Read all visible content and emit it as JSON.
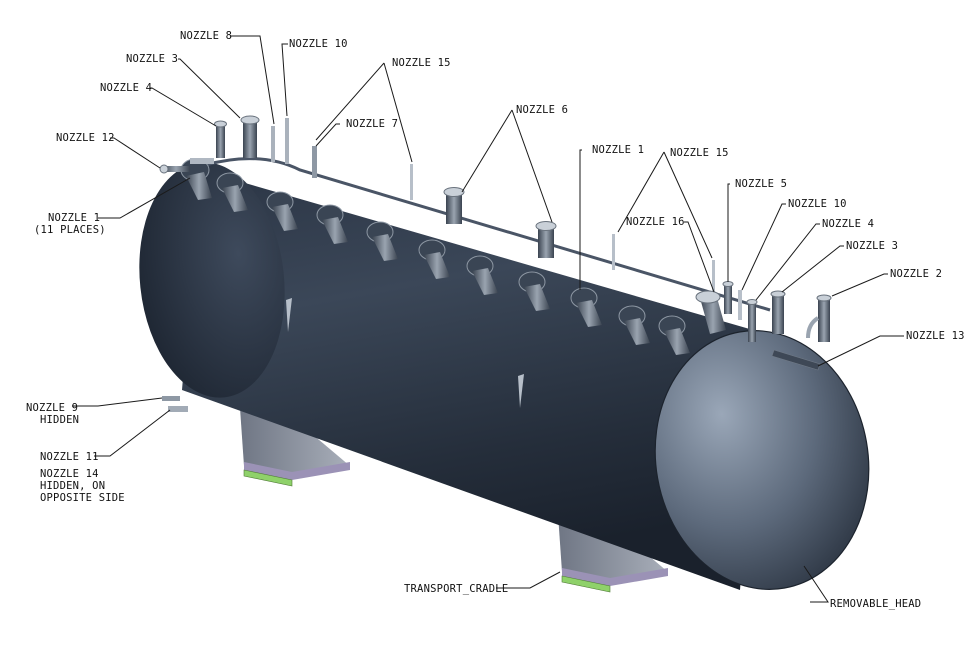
{
  "colors": {
    "shell_dark": "#1f2835",
    "shell_mid": "#3a4656",
    "shell_light": "#6d7a8c",
    "head_light": "#9aa7b8",
    "nozzle": "#56616f",
    "nozzle_light": "#b9c1cb",
    "cradle": "#8f96a3",
    "cradle_base": "#8fd16a",
    "leader": "#1a1a1a"
  },
  "labels": {
    "n8": "NOZZLE 8",
    "n10_top": "NOZZLE 10",
    "n3_top": "NOZZLE 3",
    "n15_top": "NOZZLE 15",
    "n4_top": "NOZZLE 4",
    "n7": "NOZZLE 7",
    "n12": "NOZZLE 12",
    "n6": "NOZZLE 6",
    "n1": "NOZZLE 1",
    "n1_places": "(11 PLACES)",
    "n1_right": "NOZZLE 1",
    "n15_right": "NOZZLE 15",
    "n5": "NOZZLE 5",
    "n16": "NOZZLE 16",
    "n10_right": "NOZZLE 10",
    "n4_right": "NOZZLE 4",
    "n3_right": "NOZZLE 3",
    "n2": "NOZZLE 2",
    "n13": "NOZZLE 13",
    "n9": "NOZZLE 9",
    "n9_note": "HIDDEN",
    "n11": "NOZZLE 11",
    "n14": "NOZZLE 14",
    "n14_note1": "HIDDEN, ON",
    "n14_note2": "OPPOSITE SIDE",
    "cradle": "TRANSPORT_CRADLE",
    "head": "REMOVABLE_HEAD"
  }
}
